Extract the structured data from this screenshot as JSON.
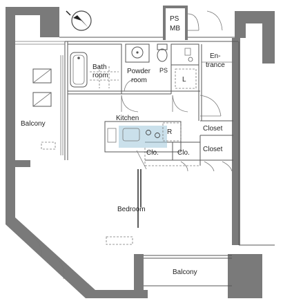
{
  "rooms": {
    "balcony_left": "Balcony",
    "bath_line1": "Bath",
    "bath_line2": "room",
    "powder_line1": "Powder",
    "powder_line2": "room",
    "ps_upper": "PS",
    "mb": "MB",
    "ps_lower": "PS",
    "laundry": "L",
    "entrance_line1": "En-",
    "entrance_line2": "trance",
    "kitchen": "Kitchen",
    "refrigerator": "R",
    "closet_upper": "Closet",
    "closet_lower": "Closet",
    "clo_left": "Clo.",
    "clo_right": "Clo.",
    "bedroom": "Bedroom",
    "balcony_bottom": "Balcony"
  },
  "colors": {
    "wall": "#7a7a7a",
    "line": "#555555",
    "kitchen_blue": "#9ec6da"
  },
  "icons": [
    "compass-north-icon",
    "bathtub-icon",
    "washbasin-icon",
    "toilet-icon",
    "washing-machine-pan-icon",
    "kitchen-sink-icon",
    "aircon-icon",
    "door-swing-icon"
  ]
}
